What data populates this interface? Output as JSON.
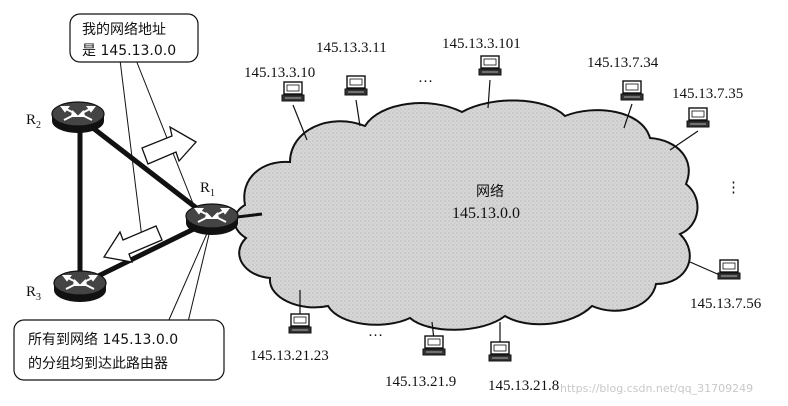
{
  "callouts": {
    "top_line1": "我的网络地址",
    "top_line2": "是 145.13.0.0",
    "bottom_line1": "所有到网络 145.13.0.0",
    "bottom_line2": "的分组均到达此路由器"
  },
  "routers": {
    "r2": "R",
    "r2_sub": "2",
    "r1": "R",
    "r1_sub": "1",
    "r3": "R",
    "r3_sub": "3"
  },
  "network": {
    "name": "网络",
    "address": "145.13.0.0"
  },
  "hosts": [
    "145.13.3.10",
    "145.13.3.11",
    "145.13.3.101",
    "145.13.7.34",
    "145.13.7.35",
    "145.13.7.56",
    "145.13.21.8",
    "145.13.21.9",
    "145.13.21.23"
  ],
  "ellipsis": "…",
  "vellipsis": "⋮",
  "watermark": "https://blog.csdn.net/qq_31709249"
}
